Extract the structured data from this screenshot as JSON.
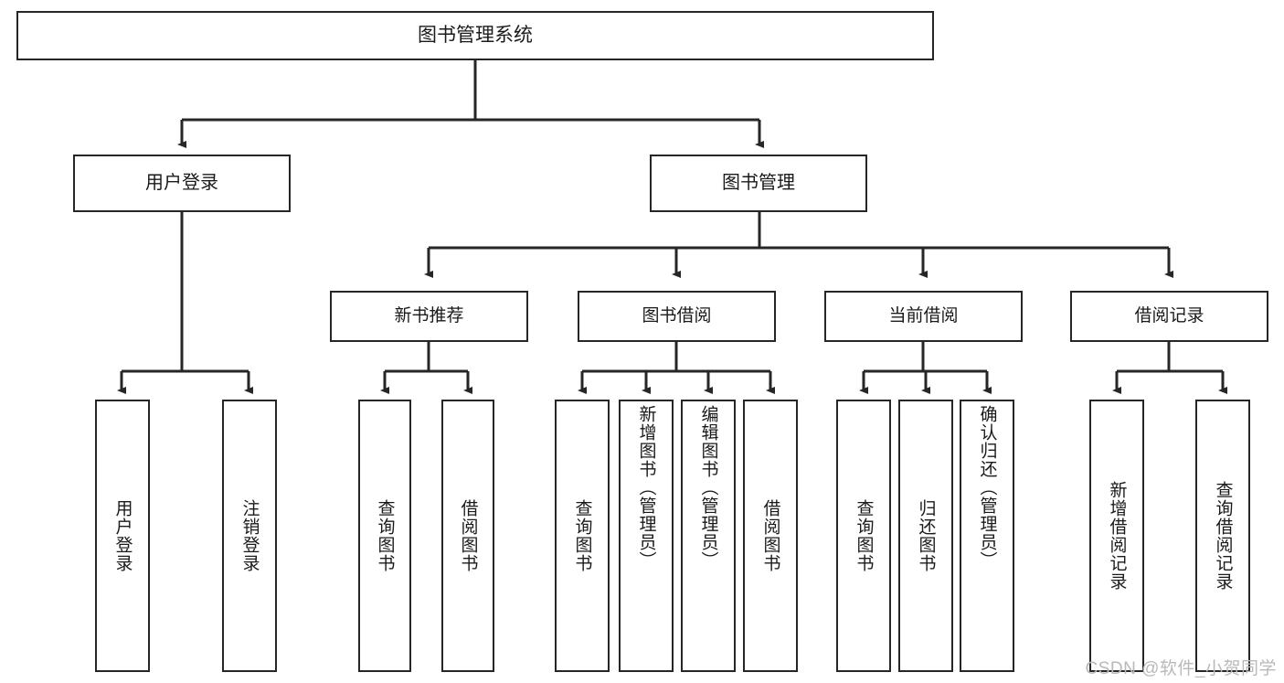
{
  "diagram": {
    "type": "tree-hierarchy",
    "title": "图书管理系统",
    "watermark": "CSDN @软件_小贺同学",
    "colors": {
      "background": "#ffffff",
      "stroke": "#262626",
      "text": "#1a1a1a",
      "watermark": "#b9b9b9"
    },
    "nodes": {
      "root": {
        "label": "图书管理系统"
      },
      "level1": [
        {
          "id": "user-login",
          "label": "用户登录"
        },
        {
          "id": "book-manage",
          "label": "图书管理"
        }
      ],
      "level2": [
        {
          "id": "new-book-recommend",
          "label": "新书推荐"
        },
        {
          "id": "book-borrow",
          "label": "图书借阅"
        },
        {
          "id": "current-borrow",
          "label": "当前借阅"
        },
        {
          "id": "borrow-record",
          "label": "借阅记录"
        }
      ],
      "leaves": {
        "user-login": [
          {
            "id": "leaf-user-login",
            "label": "用户登录"
          },
          {
            "id": "leaf-logout",
            "label": "注销登录"
          }
        ],
        "new-book-recommend": [
          {
            "id": "leaf-query-book-1",
            "label": "查询图书"
          },
          {
            "id": "leaf-borrow-book-1",
            "label": "借阅图书"
          }
        ],
        "book-borrow": [
          {
            "id": "leaf-query-book-2",
            "label": "查询图书"
          },
          {
            "id": "leaf-add-book",
            "label": "新增图书（管理员）"
          },
          {
            "id": "leaf-edit-book",
            "label": "编辑图书（管理员）"
          },
          {
            "id": "leaf-borrow-book-2",
            "label": "借阅图书"
          }
        ],
        "current-borrow": [
          {
            "id": "leaf-query-book-3",
            "label": "查询图书"
          },
          {
            "id": "leaf-return-book",
            "label": "归还图书"
          },
          {
            "id": "leaf-confirm-return",
            "label": "确认归还（管理员）"
          }
        ],
        "borrow-record": [
          {
            "id": "leaf-add-record",
            "label": "新增借阅记录"
          },
          {
            "id": "leaf-query-record",
            "label": "查询借阅记录"
          }
        ]
      }
    }
  }
}
